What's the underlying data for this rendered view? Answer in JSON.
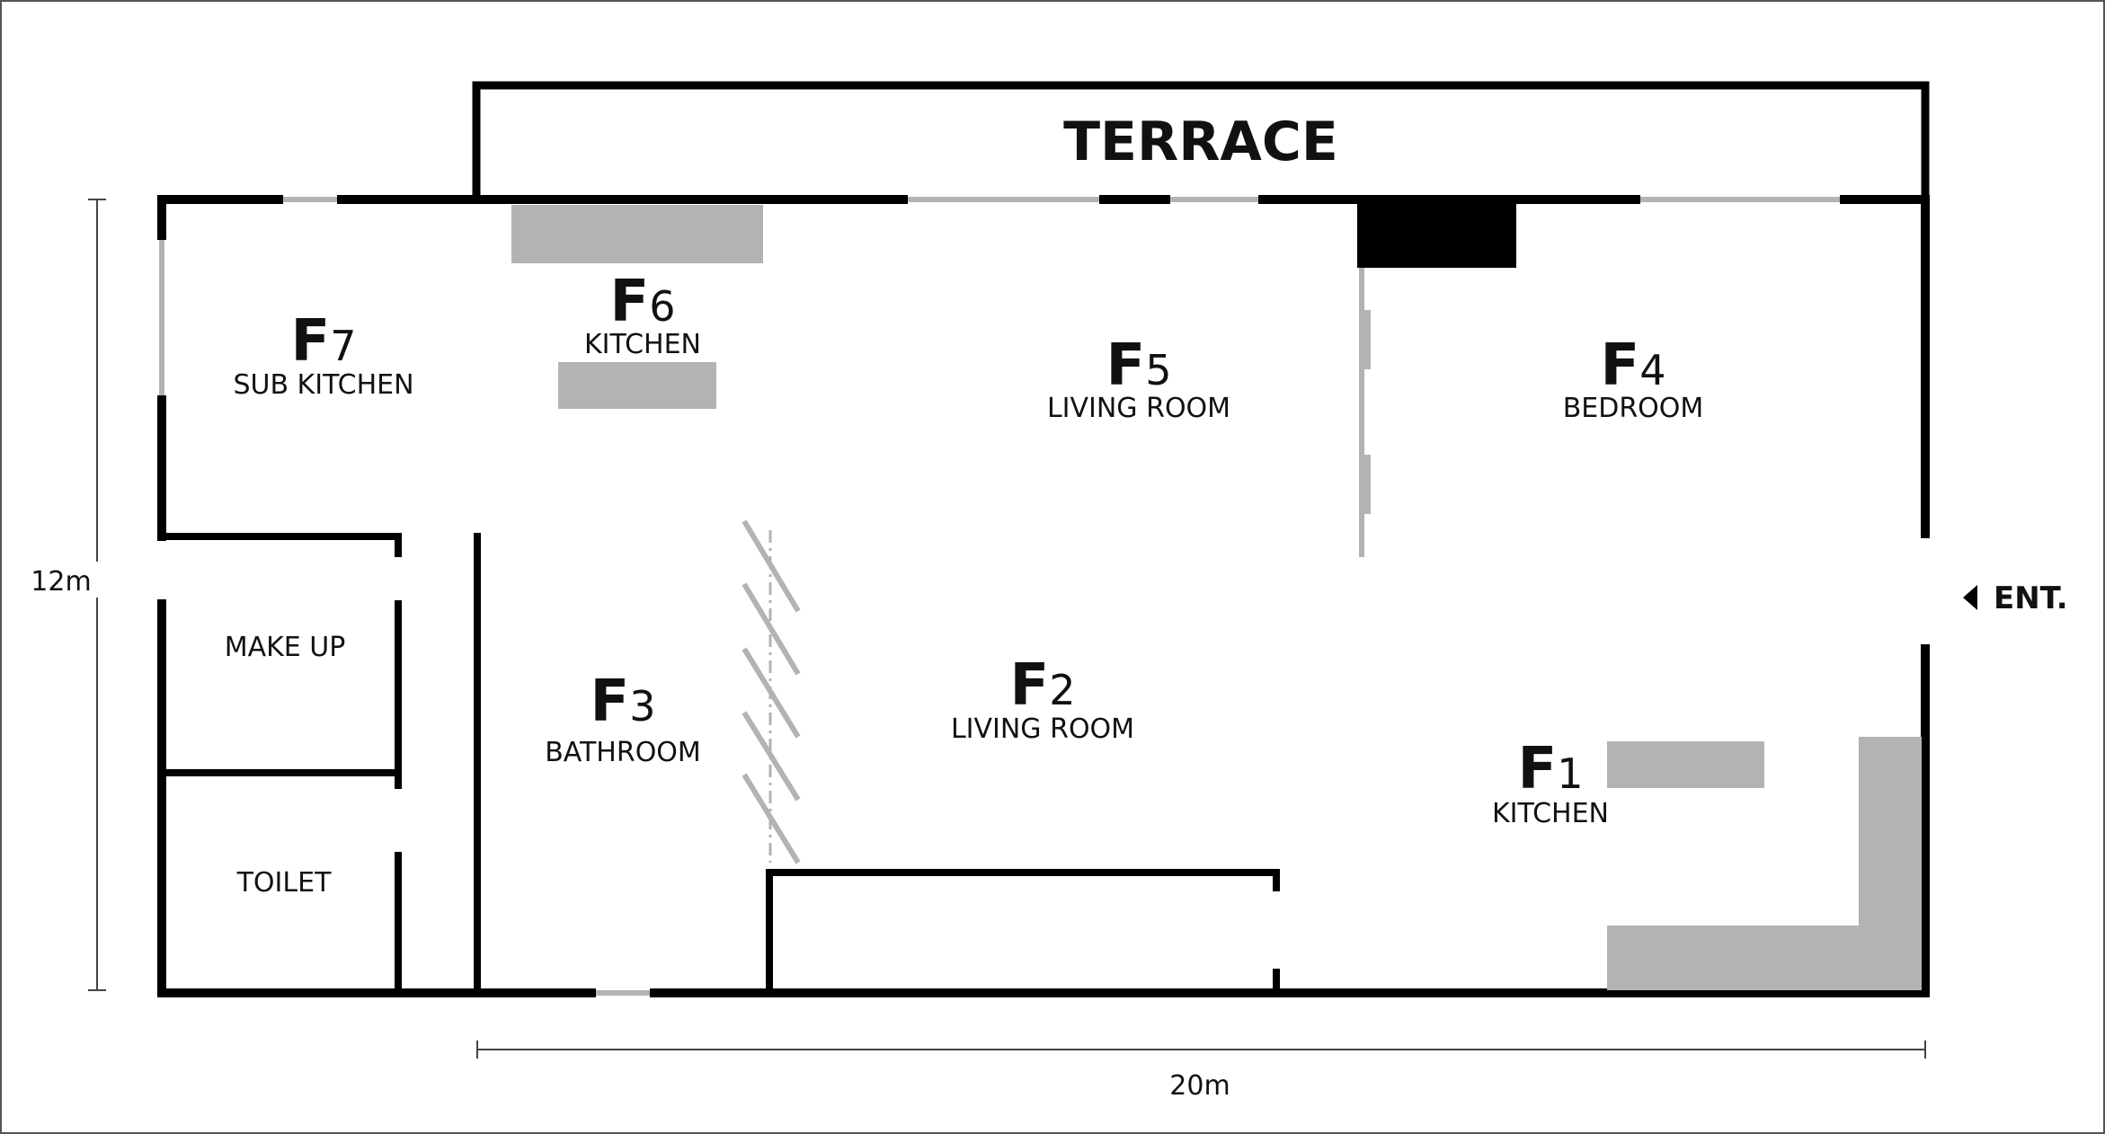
{
  "terrace": "TERRACE",
  "rooms": {
    "f1": {
      "letter": "F",
      "number": "1",
      "name": "KITCHEN"
    },
    "f2": {
      "letter": "F",
      "number": "2",
      "name": "LIVING ROOM"
    },
    "f3": {
      "letter": "F",
      "number": "3",
      "name": "BATHROOM"
    },
    "f4": {
      "letter": "F",
      "number": "4",
      "name": "BEDROOM"
    },
    "f5": {
      "letter": "F",
      "number": "5",
      "name": "LIVING ROOM"
    },
    "f6": {
      "letter": "F",
      "number": "6",
      "name": "KITCHEN"
    },
    "f7": {
      "letter": "F",
      "number": "7",
      "name": "SUB KITCHEN"
    }
  },
  "makeup": "MAKE UP",
  "toilet": "TOILET",
  "entrance": "ENT.",
  "dimensions": {
    "height": "12m",
    "width": "20m"
  },
  "colors": {
    "wall": "#000000",
    "window": "#b3b3b3",
    "furniture": "#b3b3b3",
    "fixture": "#000000"
  }
}
